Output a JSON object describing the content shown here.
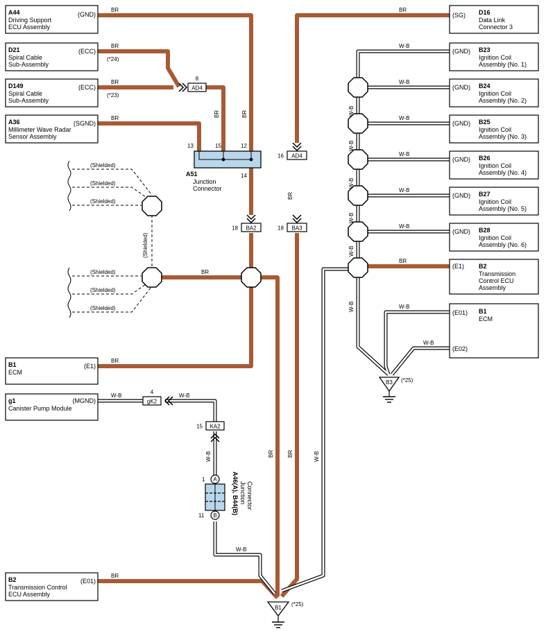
{
  "wire_colors": {
    "BR": "#a85a34",
    "W-B": "#ffffff"
  },
  "left_components": [
    {
      "id": "A44",
      "name_line1": "Driving Support",
      "name_line2": "ECU Assembly",
      "pin": "(GND)",
      "wire": "BR"
    },
    {
      "id": "D21",
      "name_line1": "Spiral Cable",
      "name_line2": "Sub-Assembly",
      "pin": "(ECC)",
      "wire": "BR",
      "note": "(*24)"
    },
    {
      "id": "D149",
      "name_line1": "Spiral Cable",
      "name_line2": "Sub-Assembly",
      "pin": "(ECC)",
      "wire": "BR",
      "note": "(*23)"
    },
    {
      "id": "A36",
      "name_line1": "Millimeter Wave Radar",
      "name_line2": "Sensor Assembly",
      "pin": "(SGND)",
      "wire": "BR"
    },
    {
      "id": "B1",
      "name_line1": "ECM",
      "name_line2": "",
      "pin": "(E1)",
      "wire": "BR"
    },
    {
      "id": "g1",
      "name_line1": "Canister Pump Module",
      "name_line2": "",
      "pin": "(MGND)",
      "wire": "W-B"
    },
    {
      "id": "B2",
      "name_line1": "Transmission Control",
      "name_line2": "ECU Assembly",
      "pin": "(E01)",
      "wire": "BR"
    }
  ],
  "right_components": [
    {
      "id": "D16",
      "name_line1": "Data Link",
      "name_line2": "Connector 3",
      "name_line3": "",
      "pin": "(SG)",
      "wire": "BR"
    },
    {
      "id": "B23",
      "name_line1": "Ignition Coil",
      "name_line2": "Assembly (No. 1)",
      "name_line3": "",
      "pin": "(GND)",
      "wire": "W-B"
    },
    {
      "id": "B24",
      "name_line1": "Ignition Coil",
      "name_line2": "Assembly (No. 2)",
      "name_line3": "",
      "pin": "(GND)",
      "wire": "W-B"
    },
    {
      "id": "B25",
      "name_line1": "Ignition Coil",
      "name_line2": "Assembly (No. 3)",
      "name_line3": "",
      "pin": "(GND)",
      "wire": "W-B"
    },
    {
      "id": "B26",
      "name_line1": "Ignition Coil",
      "name_line2": "Assembly (No. 4)",
      "name_line3": "",
      "pin": "(GND)",
      "wire": "W-B"
    },
    {
      "id": "B27",
      "name_line1": "Ignition Coil",
      "name_line2": "Assembly (No. 5)",
      "name_line3": "",
      "pin": "(GND)",
      "wire": "W-B"
    },
    {
      "id": "B28",
      "name_line1": "Ignition Coil",
      "name_line2": "Assembly (No. 6)",
      "name_line3": "",
      "pin": "(GND)",
      "wire": "W-B"
    },
    {
      "id": "B2",
      "name_line1": "Transmission",
      "name_line2": "Control ECU",
      "name_line3": "Assembly",
      "pin": "(E1)",
      "wire": "BR"
    }
  ],
  "ecm_right": {
    "id": "B1",
    "name": "ECM",
    "pin1": "(E01)",
    "pin2": "(E02)",
    "wire": "W-B"
  },
  "connectors": {
    "AD4_top": {
      "label": "AD4",
      "pin": "8"
    },
    "AD4_mid": {
      "label": "AD4",
      "pin": "16"
    },
    "BA2": {
      "label": "BA2",
      "pin": "18"
    },
    "BA3": {
      "label": "BA3",
      "pin": "18"
    },
    "gK2": {
      "label": "gK2",
      "pin": "4"
    },
    "KA2": {
      "label": "KA2",
      "pin": "15"
    }
  },
  "junction_a51": {
    "id": "A51",
    "line1": "Junction",
    "line2": "Connector",
    "pins": [
      "13",
      "15",
      "12",
      "14"
    ]
  },
  "junction_a46": {
    "id": "A46(A), B44(B)",
    "line1": "Junction",
    "line2": "Connector",
    "pin_a_num": "1",
    "pin_a_letter": "A",
    "pin_b_num": "11",
    "pin_b_letter": "B"
  },
  "shield_labels": {
    "s1": "(Shielded)",
    "s2": "(Shielded)",
    "s3": "(Shielded)",
    "s4": "(Shielded)",
    "s5": "(Shielded)",
    "s6": "(Shielded)",
    "vertical": "(Shielded)"
  },
  "wire_labels": {
    "br": "BR",
    "wb": "W-B"
  },
  "grounds": {
    "B1": {
      "label": "B1",
      "note": "(*25)"
    },
    "B3": {
      "label": "B3",
      "note": "(*25)"
    }
  }
}
